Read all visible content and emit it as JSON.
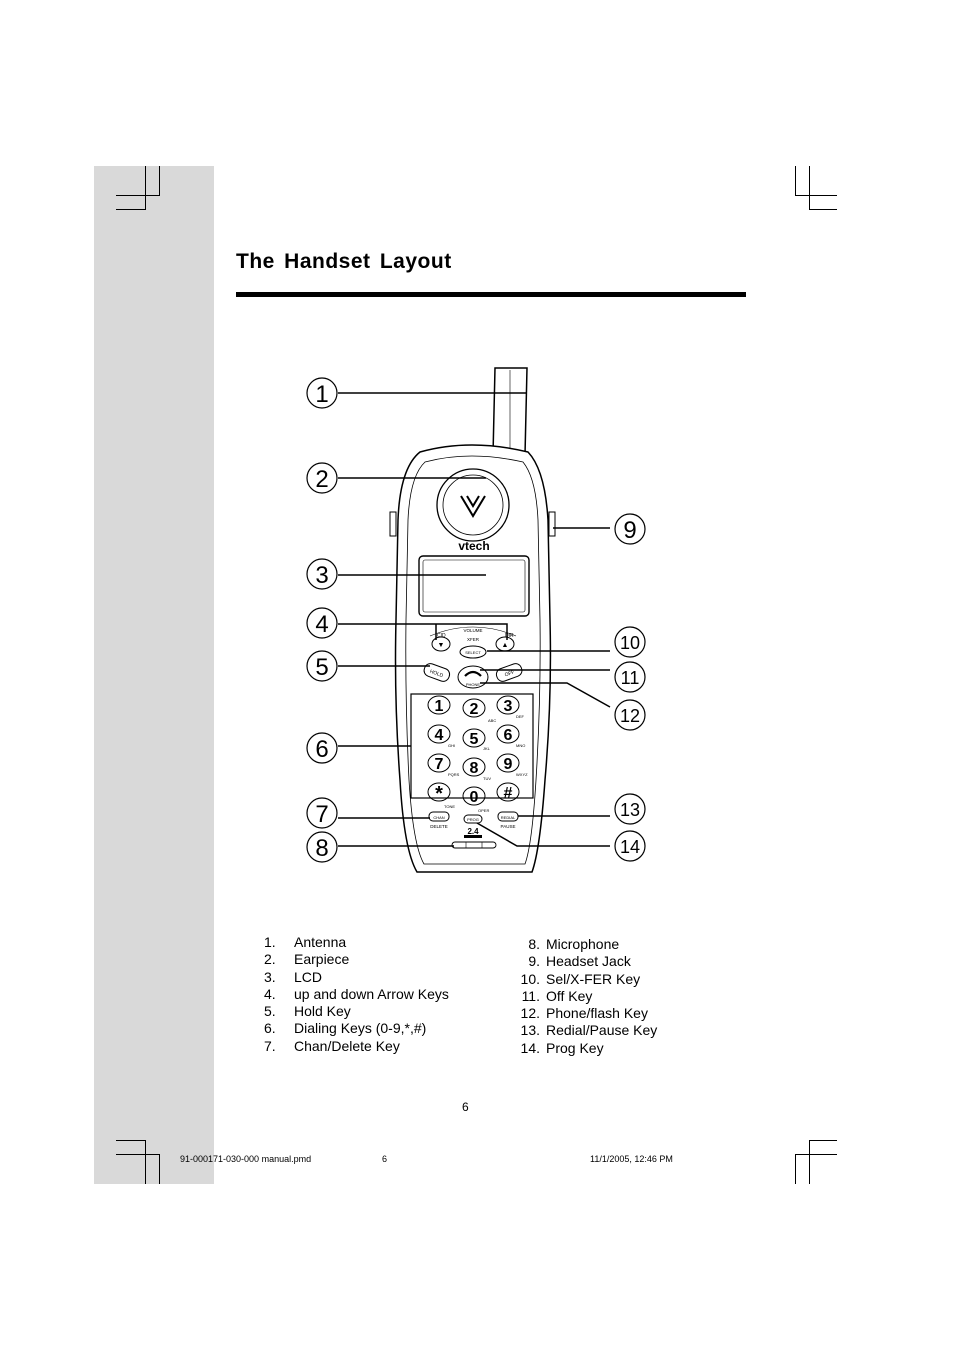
{
  "page": {
    "title": "The Handset Layout",
    "page_number": "6",
    "footer": {
      "file": "91-000171-030-000 manual.pmd",
      "page": "6",
      "date": "11/1/2005, 12:46 PM"
    }
  },
  "diagram": {
    "brand": "vtech",
    "callouts": [
      "1",
      "2",
      "3",
      "4",
      "5",
      "6",
      "7",
      "8",
      "9",
      "10",
      "11",
      "12",
      "13",
      "14"
    ],
    "key_labels": {
      "cid": "CID",
      "dir": "DIR",
      "volume": "VOLUME",
      "xfer": "XFER",
      "select": "SELECT",
      "hold": "HOLD",
      "off": "OFF",
      "phone": "PHONE",
      "flash": "FLASH",
      "chan": "CHAN",
      "delete": "DELETE",
      "redial": "REDIAL",
      "pause": "PAUSE",
      "prog": "PROG",
      "band": "2.4"
    },
    "keypad": [
      "1",
      "2",
      "3",
      "4",
      "5",
      "6",
      "7",
      "8",
      "9",
      "*",
      "0",
      "#"
    ],
    "keypad_letters": [
      "",
      "ABC",
      "DEF",
      "GHI",
      "JKL",
      "MNO",
      "PQRS",
      "TUV",
      "WXYZ",
      "TONE",
      "OPER",
      ""
    ]
  },
  "legend_left": [
    {
      "num": "1.",
      "text": "Antenna"
    },
    {
      "num": "2.",
      "text": "Earpiece"
    },
    {
      "num": "3.",
      "text": "LCD"
    },
    {
      "num": "4.",
      "text": "up and down Arrow Keys"
    },
    {
      "num": "5.",
      "text": "Hold Key"
    },
    {
      "num": "6.",
      "text": "Dialing Keys (0-9,*,#)"
    },
    {
      "num": "7.",
      "text": "Chan/Delete Key"
    }
  ],
  "legend_right": [
    {
      "num": "8.",
      "text": "Microphone"
    },
    {
      "num": "9.",
      "text": "Headset Jack"
    },
    {
      "num": "10.",
      "text": "Sel/X-FER Key"
    },
    {
      "num": "11.",
      "text": "Off Key"
    },
    {
      "num": "12.",
      "text": "Phone/flash Key"
    },
    {
      "num": "13.",
      "text": "Redial/Pause Key"
    },
    {
      "num": "14.",
      "text": "Prog Key"
    }
  ]
}
